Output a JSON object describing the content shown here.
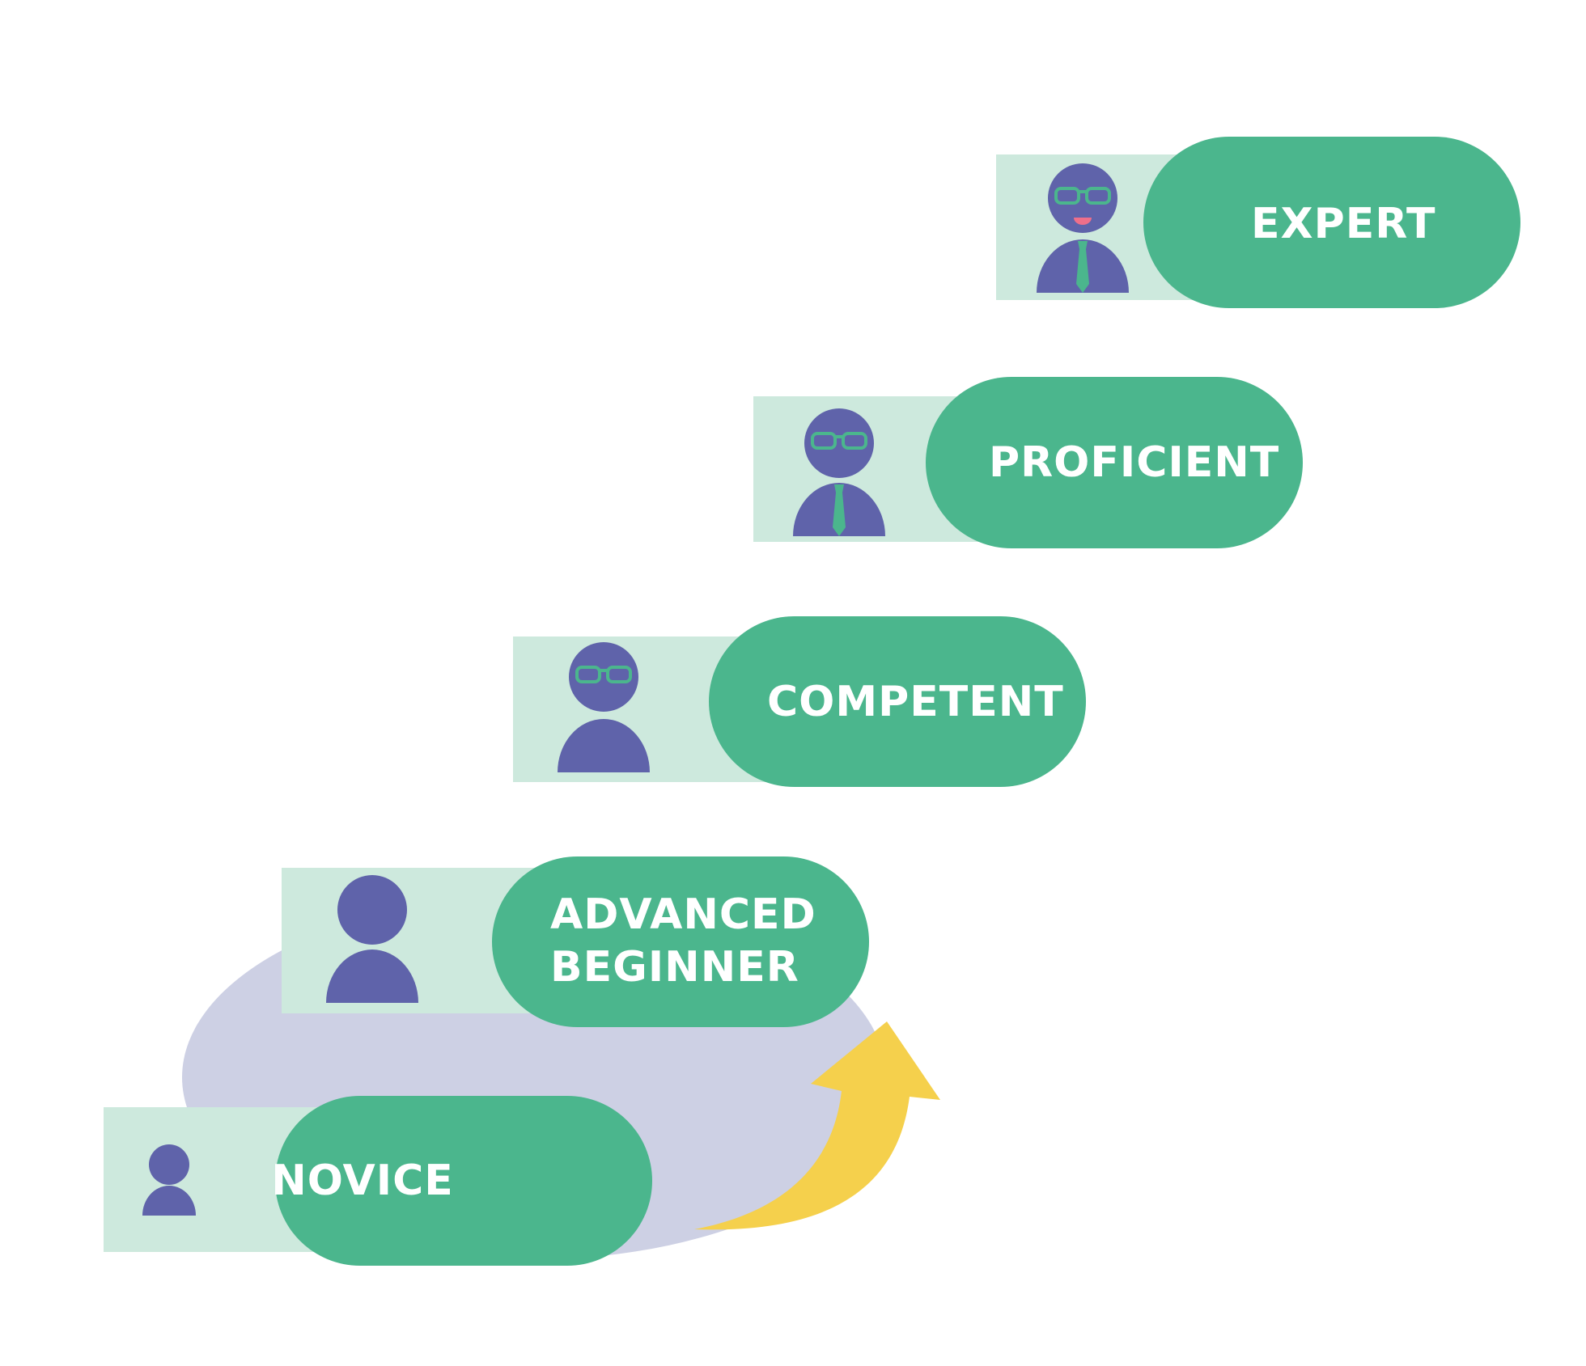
{
  "colors": {
    "background": "#ffffff",
    "card_pale": "#cde9dd",
    "pill": "#4bb68d",
    "figure": "#5f63aa",
    "accent_line": "#4bb68d",
    "blob": "#cdd0e4",
    "arrow": "#f5d04c",
    "smile": "#ef6f8a",
    "label_text": "#ffffff"
  },
  "stages": [
    {
      "key": "novice",
      "label": "NOVICE",
      "figure": {
        "glasses": false,
        "tie": false,
        "smile": false,
        "small": true
      }
    },
    {
      "key": "advanced-beginner",
      "label": "ADVANCED\nBEGINNER",
      "figure": {
        "glasses": false,
        "tie": false,
        "smile": false,
        "small": false
      }
    },
    {
      "key": "competent",
      "label": "COMPETENT",
      "figure": {
        "glasses": true,
        "tie": false,
        "smile": false,
        "small": false
      }
    },
    {
      "key": "proficient",
      "label": "PROFICIENT",
      "figure": {
        "glasses": true,
        "tie": true,
        "smile": false,
        "small": false
      }
    },
    {
      "key": "expert",
      "label": "EXPERT",
      "figure": {
        "glasses": true,
        "tie": true,
        "smile": true,
        "small": false
      }
    }
  ],
  "icons": {
    "figure": "person-icon",
    "glasses": "glasses-icon",
    "tie": "tie-icon",
    "smile": "smile-icon",
    "arrow": "curved-arrow-icon"
  }
}
